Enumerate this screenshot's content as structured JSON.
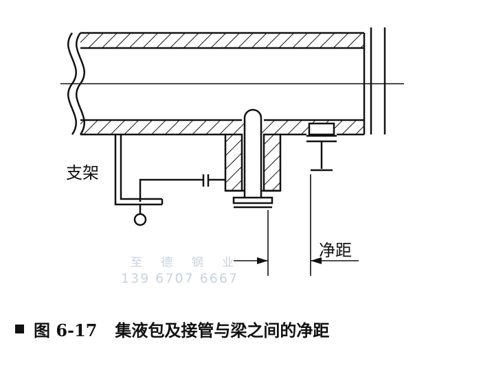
{
  "labels": {
    "support": "支架",
    "clearance": "净距"
  },
  "watermark": {
    "name": "至 德 钢 业",
    "phone": "139 6707 6667"
  },
  "caption": {
    "number": "图 6-17",
    "title": "集液包及接管与梁之间的净距"
  },
  "colors": {
    "ink": "#111111",
    "watermark": "#c7d3de",
    "background": "#ffffff"
  }
}
